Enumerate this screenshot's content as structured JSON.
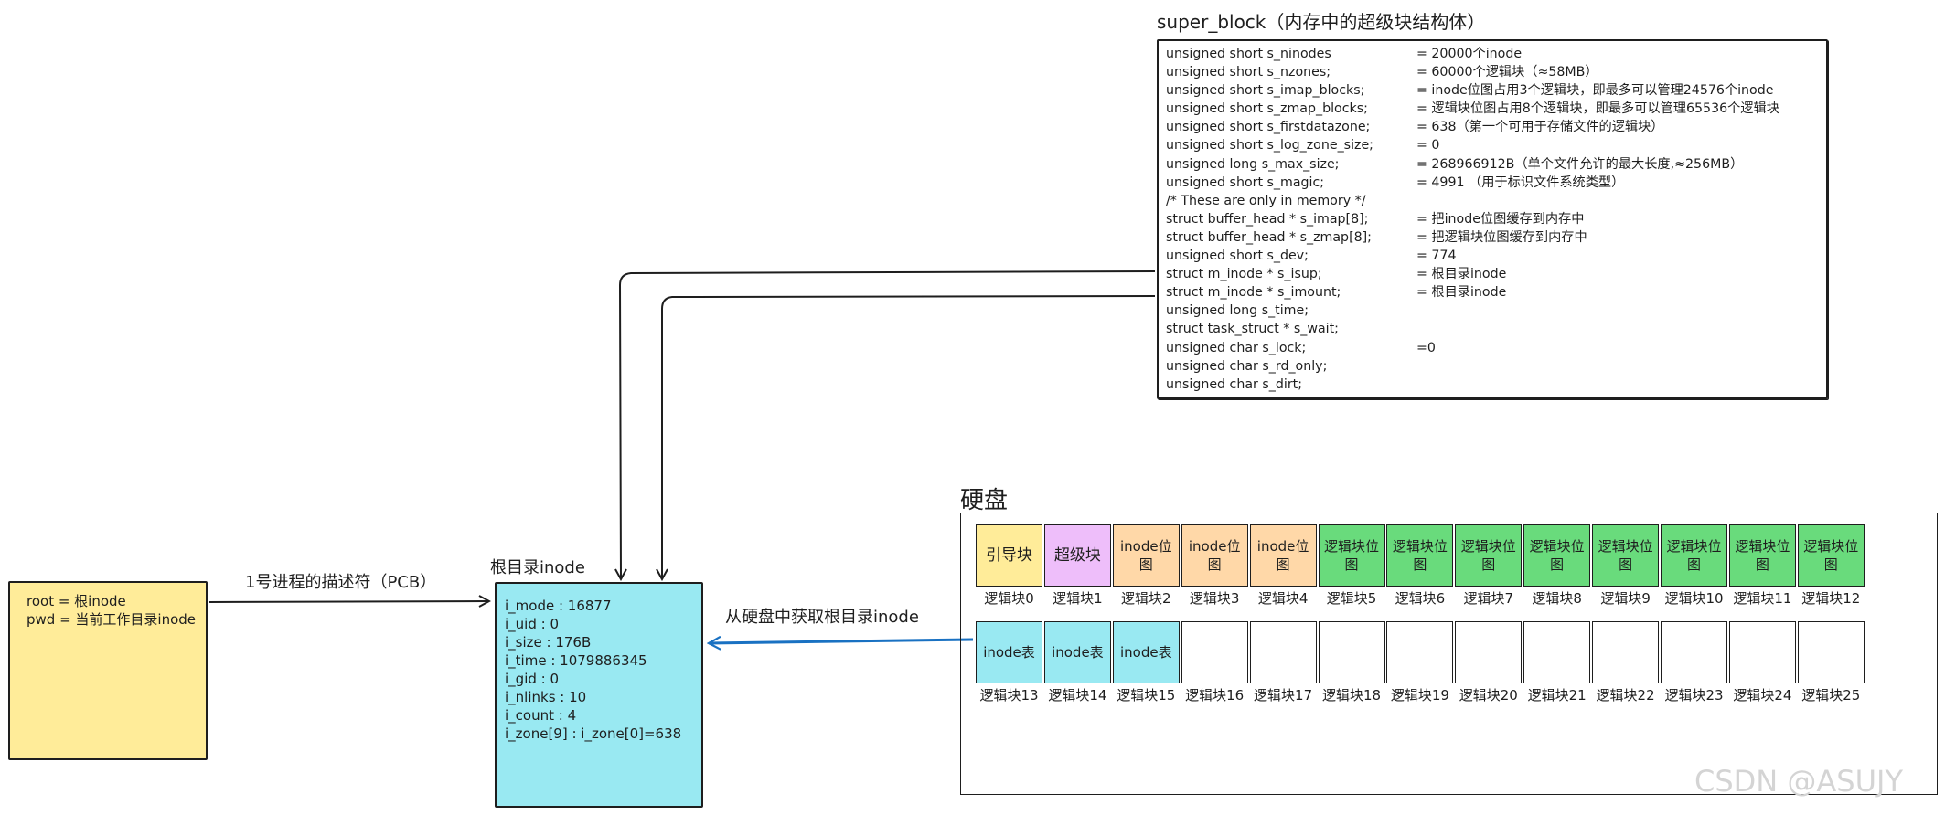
{
  "super_block": {
    "title": "super_block（内存中的超级块结构体）",
    "fields": [
      {
        "name": "unsigned short s_ninodes",
        "value": "= 20000个inode"
      },
      {
        "name": "unsigned short s_nzones;",
        "value": "= 60000个逻辑块（≈58MB）"
      },
      {
        "name": "unsigned short s_imap_blocks;",
        "value": "= inode位图占用3个逻辑块，即最多可以管理24576个inode"
      },
      {
        "name": "unsigned short s_zmap_blocks;",
        "value": "= 逻辑块位图占用8个逻辑块，即最多可以管理65536个逻辑块"
      },
      {
        "name": "unsigned short s_firstdatazone;",
        "value": "= 638（第一个可用于存储文件的逻辑块）"
      },
      {
        "name": "unsigned short s_log_zone_size;",
        "value": "= 0"
      },
      {
        "name": "unsigned long s_max_size;",
        "value": "= 268966912B（单个文件允许的最大长度,≈256MB）"
      },
      {
        "name": "unsigned short s_magic;",
        "value": "= 4991 （用于标识文件系统类型）"
      },
      {
        "name": "/* These are only in memory */",
        "value": ""
      },
      {
        "name": "struct buffer_head * s_imap[8];",
        "value": "= 把inode位图缓存到内存中"
      },
      {
        "name": "struct buffer_head * s_zmap[8];",
        "value": "= 把逻辑块位图缓存到内存中"
      },
      {
        "name": "unsigned short s_dev;",
        "value": "= 774"
      },
      {
        "name": "struct m_inode * s_isup;",
        "value": "= 根目录inode"
      },
      {
        "name": "struct m_inode * s_imount;",
        "value": "= 根目录inode"
      },
      {
        "name": "unsigned long s_time;",
        "value": ""
      },
      {
        "name": "struct task_struct * s_wait;",
        "value": ""
      },
      {
        "name": "unsigned char s_lock;",
        "value": "=0"
      },
      {
        "name": "unsigned char s_rd_only;",
        "value": ""
      },
      {
        "name": "unsigned char s_dirt;",
        "value": ""
      }
    ]
  },
  "pcb": {
    "lines": [
      "root = 根inode",
      "pwd = 当前工作目录inode"
    ],
    "arrow_label": "1号进程的描述符（PCB）"
  },
  "root_inode": {
    "title": "根目录inode",
    "lines": [
      "i_mode : 16877",
      "i_uid  : 0",
      "i_size : 176B",
      "i_time : 1079886345",
      "i_gid : 0",
      "i_nlinks : 10",
      "i_count : 4",
      "i_zone[9] : i_zone[0]=638"
    ]
  },
  "disk": {
    "title": "硬盘",
    "arrow_label": "从硬盘中获取根目录inode",
    "row1": [
      {
        "text": "引导块",
        "color": "#ffec99",
        "label": "逻辑块0"
      },
      {
        "text": "超级块",
        "color": "#eebefa",
        "label": "逻辑块1"
      },
      {
        "text": "inode位图",
        "color": "#ffd8a8",
        "label": "逻辑块2"
      },
      {
        "text": "inode位图",
        "color": "#ffd8a8",
        "label": "逻辑块3"
      },
      {
        "text": "inode位图",
        "color": "#ffd8a8",
        "label": "逻辑块4"
      },
      {
        "text": "逻辑块位图",
        "color": "#69db7c",
        "label": "逻辑块5"
      },
      {
        "text": "逻辑块位图",
        "color": "#69db7c",
        "label": "逻辑块6"
      },
      {
        "text": "逻辑块位图",
        "color": "#69db7c",
        "label": "逻辑块7"
      },
      {
        "text": "逻辑块位图",
        "color": "#69db7c",
        "label": "逻辑块8"
      },
      {
        "text": "逻辑块位图",
        "color": "#69db7c",
        "label": "逻辑块9"
      },
      {
        "text": "逻辑块位图",
        "color": "#69db7c",
        "label": "逻辑块10"
      },
      {
        "text": "逻辑块位图",
        "color": "#69db7c",
        "label": "逻辑块11"
      },
      {
        "text": "逻辑块位图",
        "color": "#69db7c",
        "label": "逻辑块12"
      }
    ],
    "row2": [
      {
        "text": "inode表",
        "color": "#99e9f2",
        "label": "逻辑块13"
      },
      {
        "text": "inode表",
        "color": "#99e9f2",
        "label": "逻辑块14"
      },
      {
        "text": "inode表",
        "color": "#99e9f2",
        "label": "逻辑块15"
      },
      {
        "text": "",
        "color": "#ffffff",
        "label": "逻辑块16"
      },
      {
        "text": "",
        "color": "#ffffff",
        "label": "逻辑块17"
      },
      {
        "text": "",
        "color": "#ffffff",
        "label": "逻辑块18"
      },
      {
        "text": "",
        "color": "#ffffff",
        "label": "逻辑块19"
      },
      {
        "text": "",
        "color": "#ffffff",
        "label": "逻辑块20"
      },
      {
        "text": "",
        "color": "#ffffff",
        "label": "逻辑块21"
      },
      {
        "text": "",
        "color": "#ffffff",
        "label": "逻辑块22"
      },
      {
        "text": "",
        "color": "#ffffff",
        "label": "逻辑块23"
      },
      {
        "text": "",
        "color": "#ffffff",
        "label": "逻辑块24"
      },
      {
        "text": "",
        "color": "#ffffff",
        "label": "逻辑块25"
      }
    ]
  },
  "watermark": "CSDN @ASUJY",
  "colors": {
    "stroke": "#1e1e1e",
    "pcb_fill": "#ffec99",
    "inode_fill": "#99e9f2",
    "fetch_arrow": "#1971c2"
  }
}
